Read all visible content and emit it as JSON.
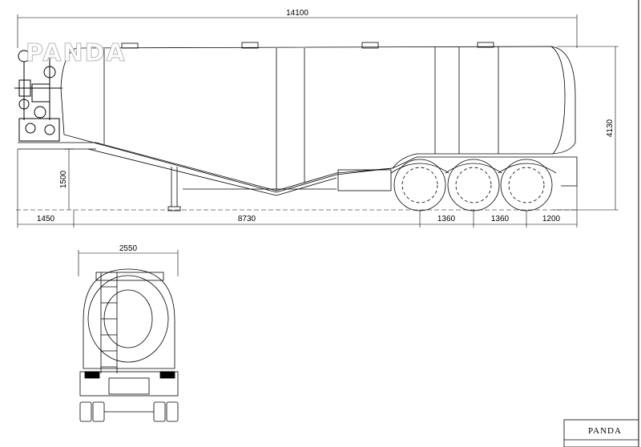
{
  "watermark": "PANDA",
  "title_block": {
    "label": "PANDA"
  },
  "side_view": {
    "dims": {
      "overall_length": "14100",
      "overall_height": "4130",
      "coupling_height": "1500",
      "front_overhang": "1450",
      "kingpin_to_axle": "8730",
      "axle_spacing_1": "1360",
      "axle_spacing_2": "1360",
      "rear_overhang": "1200"
    }
  },
  "rear_view": {
    "dims": {
      "overall_width": "2550"
    }
  }
}
